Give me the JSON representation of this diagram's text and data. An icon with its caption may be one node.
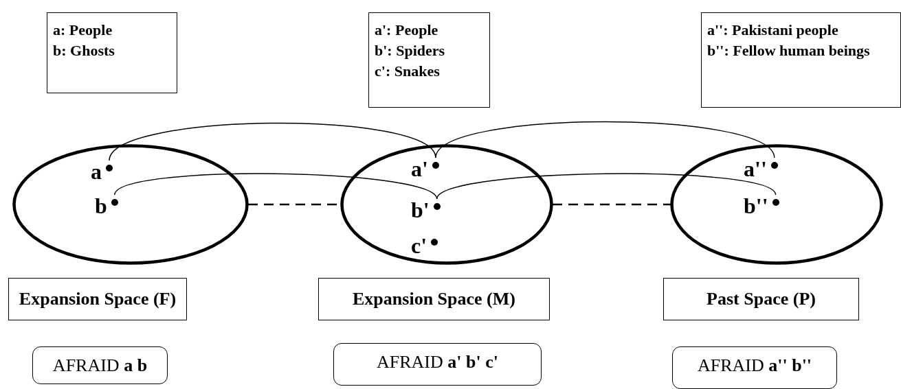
{
  "diagram": {
    "nodes": [
      {
        "text": [
          "a: People",
          "b: Ghosts"
        ]
      },
      {
        "text": [
          "a': People",
          "b': Spiders",
          "c': Snakes"
        ]
      },
      {
        "text": [
          "a'': Pakistani people",
          "b'': Fellow human beings"
        ]
      },
      {
        "text": [],
        "shape": "ellipse"
      },
      {
        "text": [
          "a"
        ],
        "in": 3
      },
      {
        "text": [
          "b"
        ],
        "in": 3
      },
      {
        "text": [],
        "shape": "ellipse"
      },
      {
        "text": [
          "a'"
        ],
        "in": 6
      },
      {
        "text": [
          "b'"
        ],
        "in": 6
      },
      {
        "text": [
          "c'"
        ],
        "in": 6
      },
      {
        "text": [],
        "shape": "ellipse"
      },
      {
        "text": [
          "a''"
        ],
        "in": 10
      },
      {
        "text": [
          "b''"
        ],
        "in": 10
      },
      {
        "text": [
          "Expansion Space (F)"
        ]
      },
      {
        "text": [
          "Expansion Space (M)"
        ]
      },
      {
        "text": [
          "Past Space (P)"
        ]
      },
      {
        "text": [
          "AFRAID **a b**"
        ]
      },
      {
        "text": [
          "AFRAID **a' b' c'**"
        ]
      },
      {
        "text": [
          "AFRAID **a'' b''**"
        ]
      }
    ],
    "edges": [
      {
        "from": 4,
        "to": 7,
        "arrow": "none"
      },
      {
        "from": 5,
        "to": 8,
        "arrow": "none"
      },
      {
        "from": 7,
        "to": 11,
        "arrow": "none"
      },
      {
        "from": 8,
        "to": 12,
        "arrow": "none"
      },
      {
        "from": 3,
        "to": 6,
        "arrow": "none",
        "style": "dashed"
      },
      {
        "from": 6,
        "to": 10,
        "arrow": "none",
        "style": "dashed"
      }
    ]
  }
}
